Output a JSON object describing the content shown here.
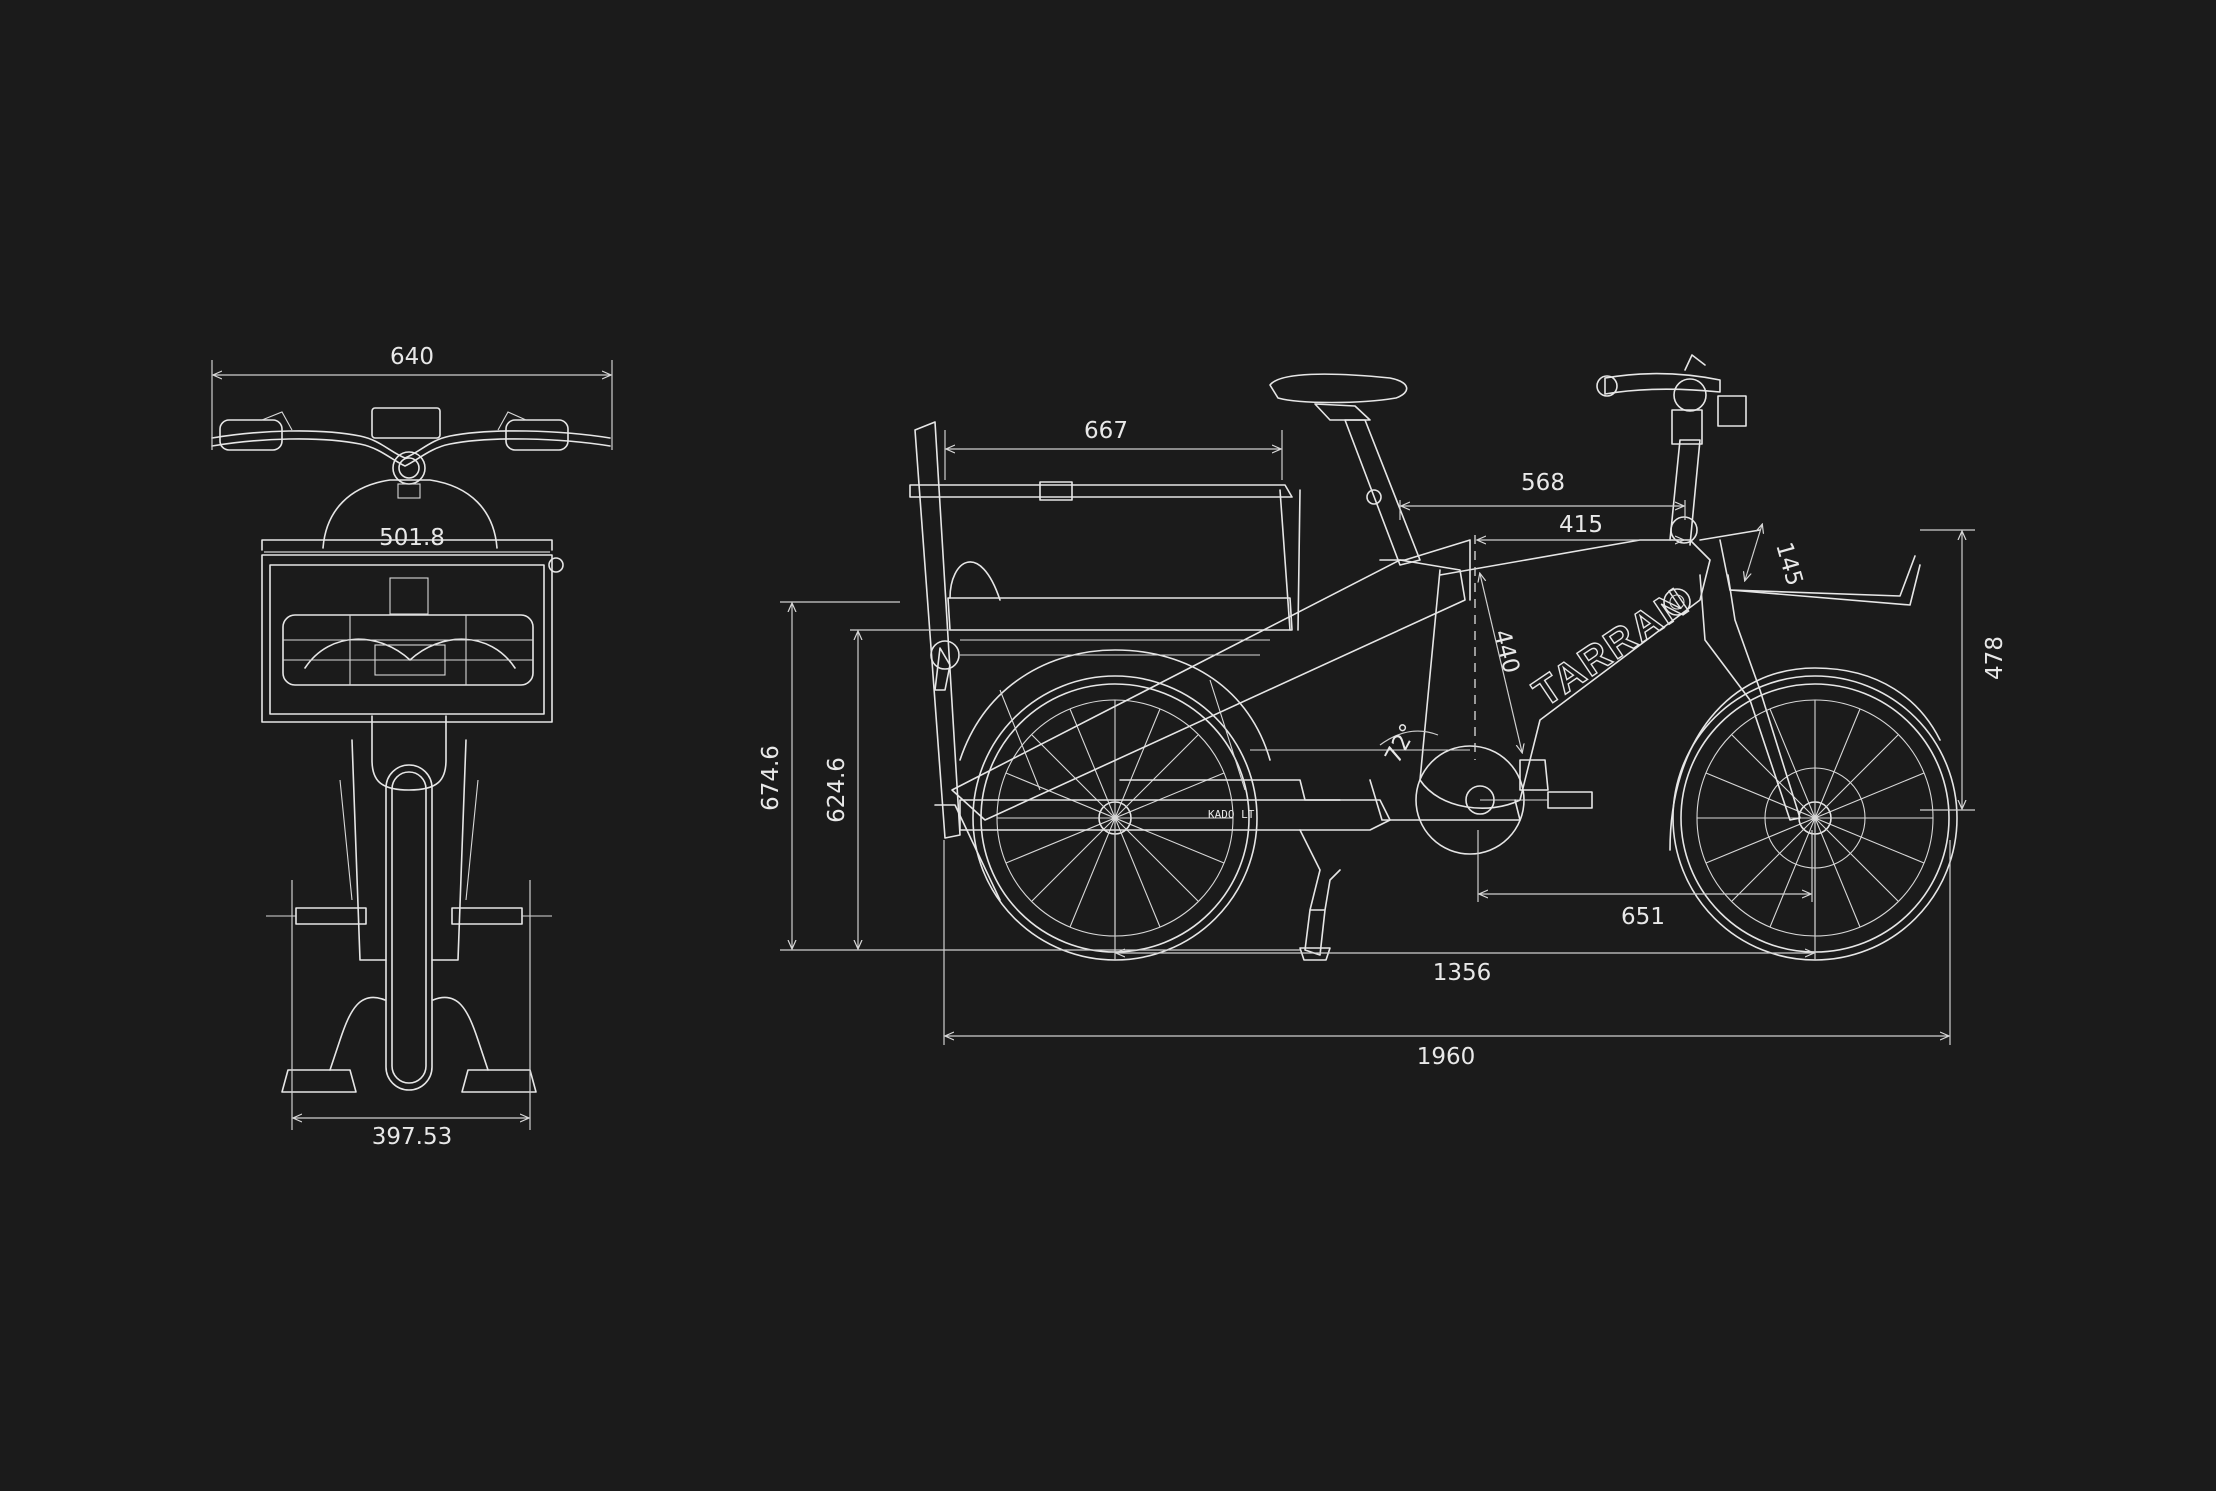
{
  "brand": "TARRAN",
  "model": "KADO LT",
  "front_view": {
    "handlebar_width": "640",
    "basket_width": "501.8",
    "stand_width": "397.53"
  },
  "side_view": {
    "rack_length": "667",
    "reach_568": "568",
    "reach_415": "415",
    "basket_angle_145": "145",
    "front_height": "478",
    "total_height": "674.6",
    "deck_height": "624.6",
    "seat_tube": "440",
    "seat_angle": "72°",
    "front_center": "651",
    "wheelbase": "1356",
    "overall_length": "1960"
  },
  "colors": {
    "background": "#1b1b1b",
    "line": "#e6e6e6"
  }
}
